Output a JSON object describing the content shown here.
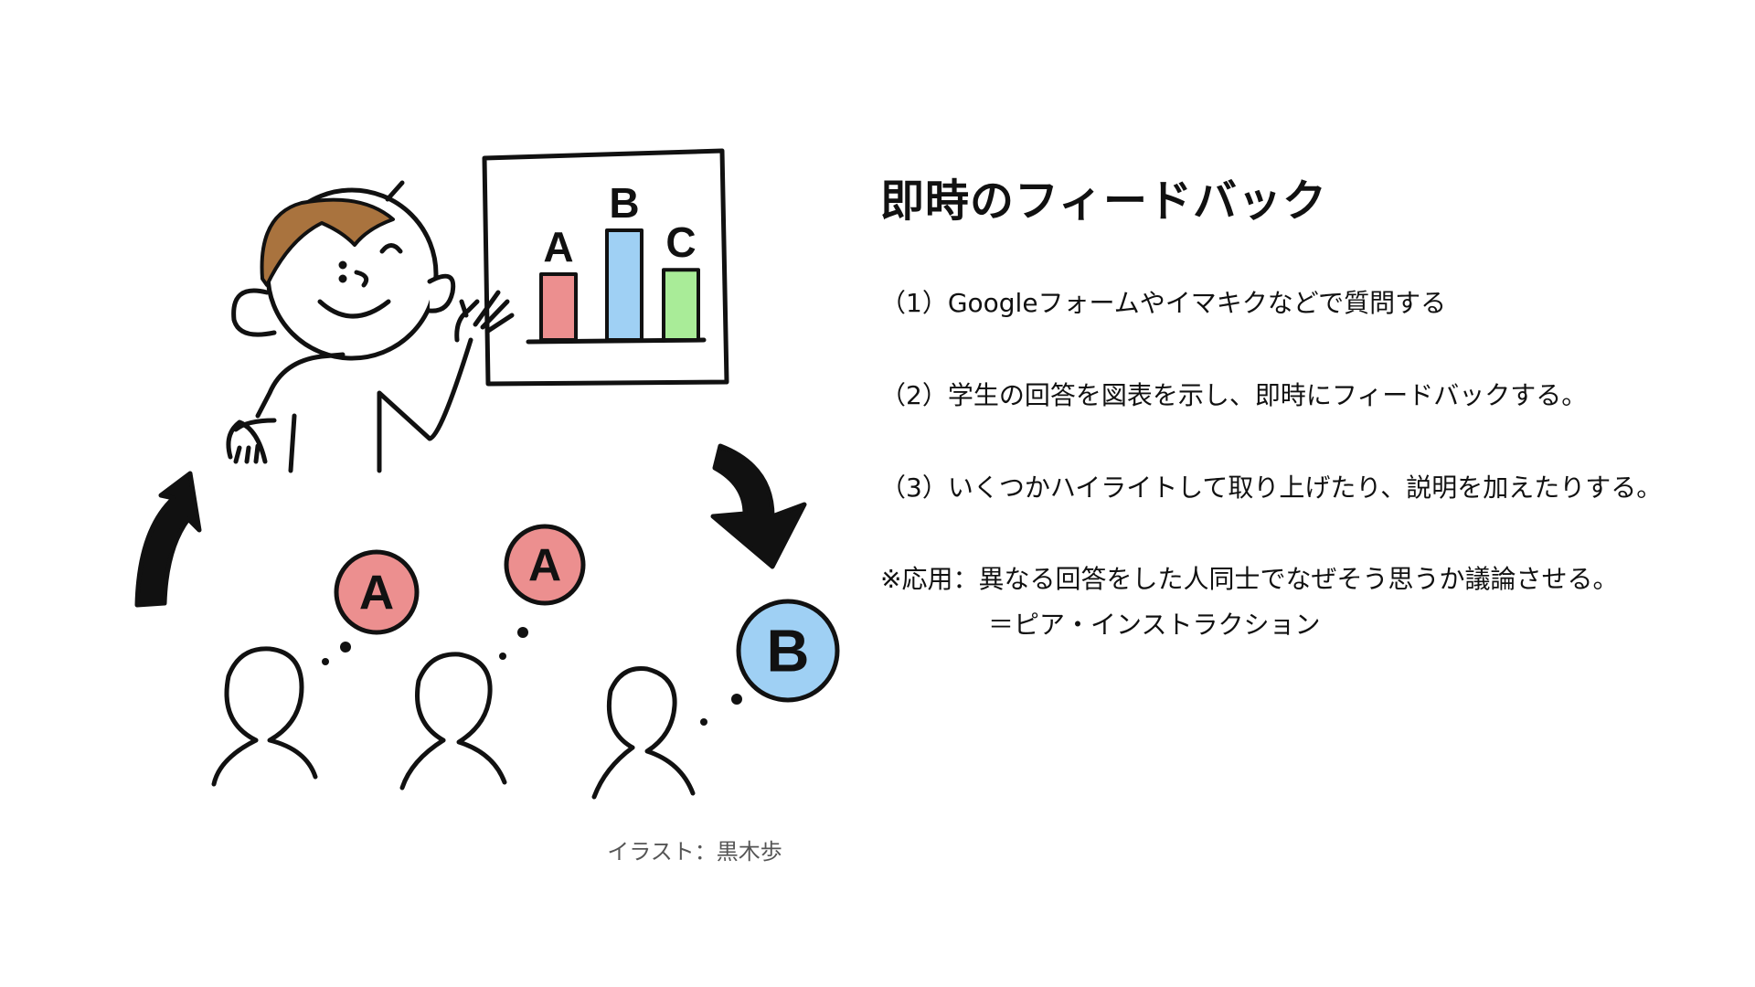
{
  "slide": {
    "title": "即時のフィードバック",
    "steps": [
      "（1）Googleフォームやイマキクなどで質問する",
      "（2）学生の回答を図表を示し、即時にフィードバックする。",
      "（3）いくつかハイライトして取り上げたり、説明を加えたりする。"
    ],
    "note": "※応用：異なる回答をした人同士でなぜそう思うか議論させる。",
    "note_equivalent": "＝ピア・インストラクション",
    "caption": "イラスト：黒木歩"
  },
  "illustration": {
    "chart": {
      "type": "bar",
      "categories": [
        "A",
        "B",
        "C"
      ],
      "values": [
        3,
        5,
        3.2
      ],
      "colors": [
        "#ec8f8f",
        "#9fd0f4",
        "#a9ec98"
      ]
    },
    "bubbles": [
      {
        "label": "A",
        "color": "#ec8f8f"
      },
      {
        "label": "A",
        "color": "#ec8f8f"
      },
      {
        "label": "B",
        "color": "#9fd0f4"
      }
    ],
    "colors": {
      "ink": "#111111",
      "hair": "#a9733e",
      "background": "#ffffff"
    }
  }
}
